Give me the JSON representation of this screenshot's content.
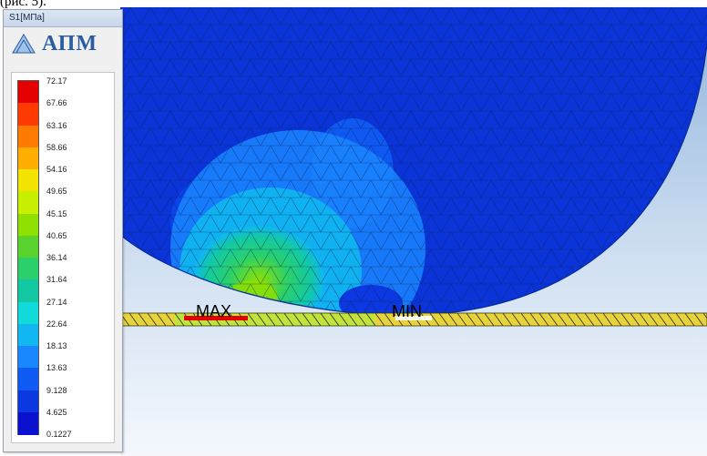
{
  "document": {
    "caption_fragment": "(рис. 5)."
  },
  "legend_window": {
    "title": "S1[МПа]",
    "logo_text": "АПМ",
    "values": [
      "72.17",
      "67.66",
      "63.16",
      "58.66",
      "54.16",
      "49.65",
      "45.15",
      "40.65",
      "36.14",
      "31.64",
      "27.14",
      "22.64",
      "18.13",
      "13.63",
      "9.128",
      "4.625",
      "0.1227"
    ],
    "colors": [
      "#e50000",
      "#ff3a00",
      "#ff7a00",
      "#ffae00",
      "#f2e400",
      "#c8ee00",
      "#8fe000",
      "#5ad22e",
      "#2bd06a",
      "#12c9a4",
      "#10dada",
      "#10b7f0",
      "#1a86ff",
      "#0f5cf5",
      "#0b38e0",
      "#0a12d0"
    ]
  },
  "model_view": {
    "max_label": "MAX",
    "min_label": "MIN"
  }
}
